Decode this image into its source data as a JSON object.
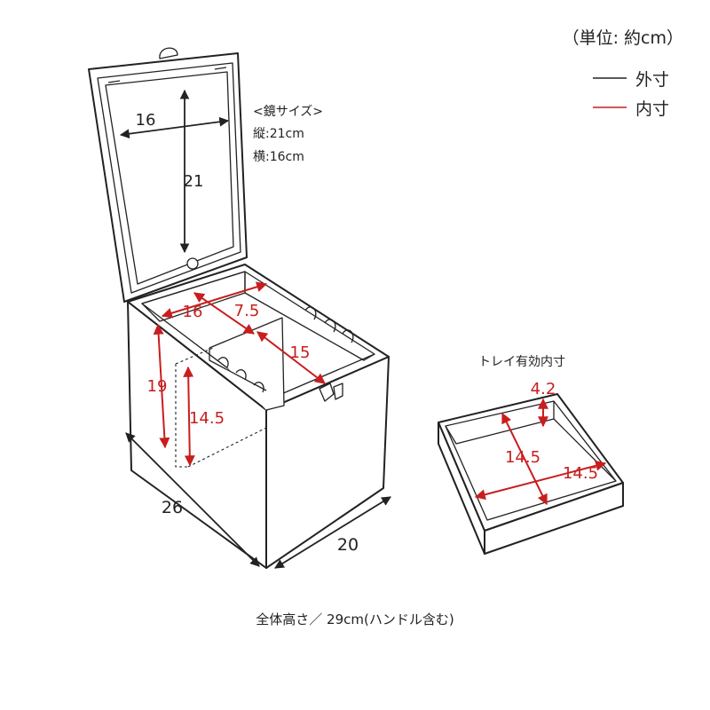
{
  "unit_note": "（単位: 約cm）",
  "legend": {
    "outer": {
      "label": "外寸",
      "color": "#222222"
    },
    "inner": {
      "label": "内寸",
      "color": "#c81e1e"
    }
  },
  "mirror": {
    "heading": "<鏡サイズ>",
    "height": "縦:21cm",
    "width": "横:16cm"
  },
  "box_dims": {
    "mirror_w": "16",
    "mirror_h": "21",
    "inner_w": "16",
    "inner_small": "7.5",
    "inner_d": "15",
    "inner_h": "19",
    "inner_h2": "14.5",
    "outer_depth": "26",
    "outer_width": "20"
  },
  "tray": {
    "title": "トレイ有効内寸",
    "height": "4.2",
    "depth": "14.5",
    "width": "14.5"
  },
  "total_height": "全体高さ／ 29cm(ハンドル含む)"
}
